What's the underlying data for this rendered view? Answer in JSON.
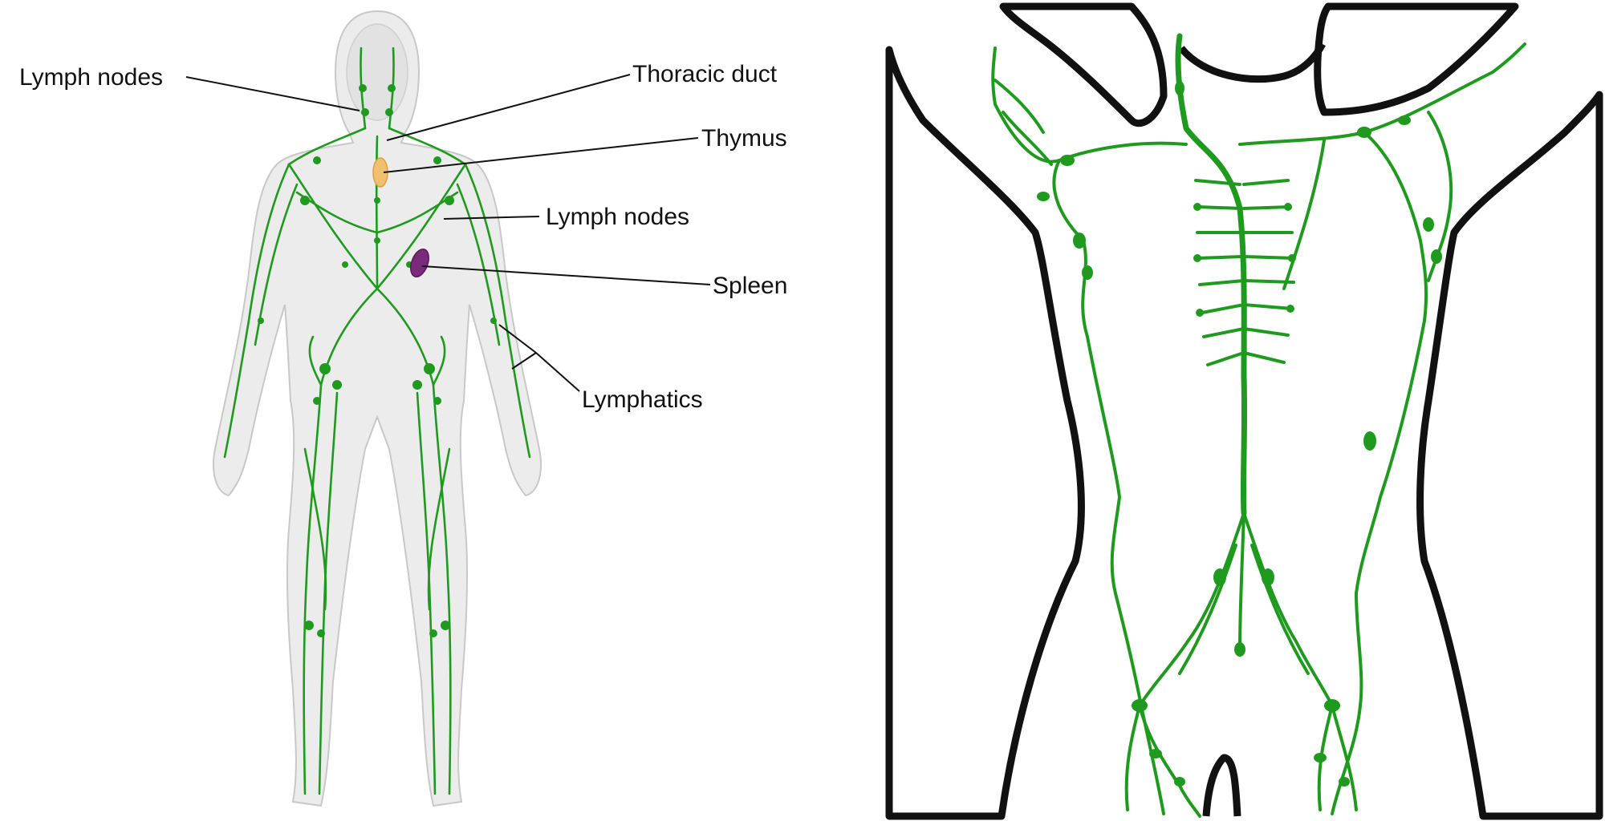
{
  "labels": {
    "lymph_nodes_head": "Lymph nodes",
    "thoracic_duct": "Thoracic duct",
    "thymus": "Thymus",
    "lymph_nodes_arm": "Lymph nodes",
    "spleen": "Spleen",
    "lymphatics": "Lymphatics"
  },
  "colors": {
    "lymph_green": "#1f9a1f",
    "body_fill": "#ececec",
    "body_outline": "#c8c8c8",
    "thymus": "#f0c070",
    "spleen": "#7a2a7a",
    "outline_black": "#111111"
  }
}
